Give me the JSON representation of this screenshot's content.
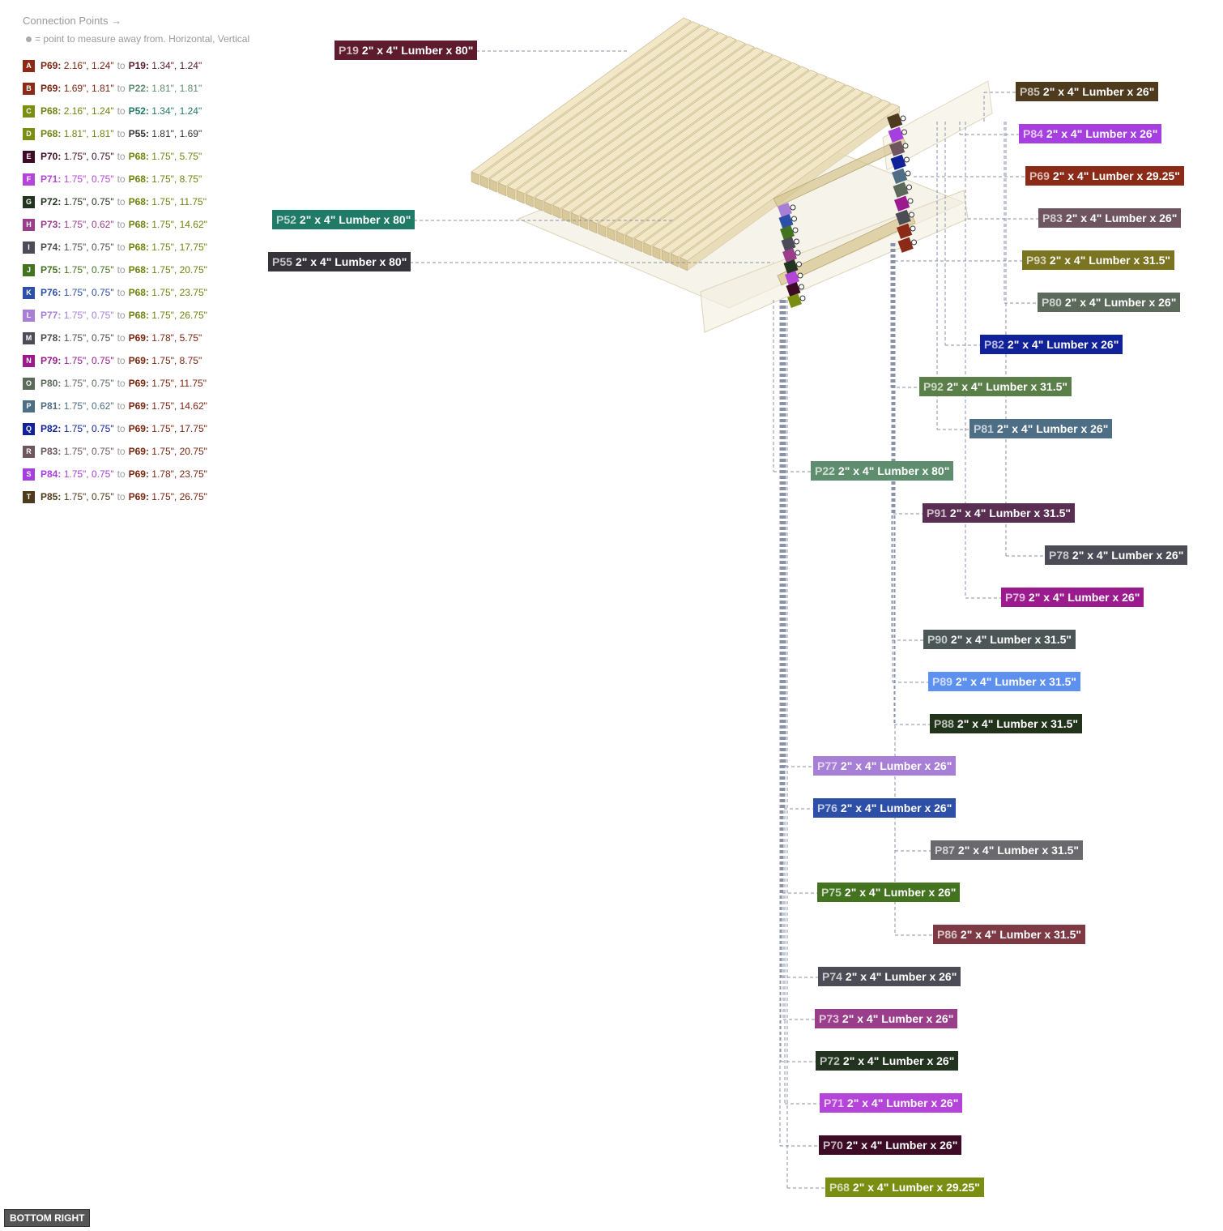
{
  "legend": {
    "title": "Connection Points →",
    "note": "= point to measure away from. Horizontal, Vertical",
    "to_word": "to",
    "rows": [
      {
        "letter": "A",
        "color": "#8b2a16",
        "from": "P69:",
        "from_color": "#7a2510",
        "from_val": "2.16\", 1.24\"",
        "to": "P19:",
        "to_color": "#5a1a2a",
        "to_val": "1.34\", 1.24\""
      },
      {
        "letter": "B",
        "color": "#8b2a16",
        "from": "P69:",
        "from_color": "#7a2510",
        "from_val": "1.69\", 1.81\"",
        "to": "P22:",
        "to_color": "#5e8e6e",
        "to_val": "1.81\", 1.81\""
      },
      {
        "letter": "C",
        "color": "#7a8f12",
        "from": "P68:",
        "from_color": "#6d8310",
        "from_val": "2.16\", 1.24\"",
        "to": "P52:",
        "to_color": "#1f7a66",
        "to_val": "1.34\", 1.24\""
      },
      {
        "letter": "D",
        "color": "#7a8f12",
        "from": "P68:",
        "from_color": "#6d8310",
        "from_val": "1.81\", 1.81\"",
        "to": "P55:",
        "to_color": "#333333",
        "to_val": "1.81\", 1.69\""
      },
      {
        "letter": "E",
        "color": "#3d0b26",
        "from": "P70:",
        "from_color": "#3d0b26",
        "from_val": "1.75\", 0.75\"",
        "to": "P68:",
        "to_color": "#6d8310",
        "to_val": "1.75\", 5.75\""
      },
      {
        "letter": "F",
        "color": "#b445d8",
        "from": "P71:",
        "from_color": "#b445d8",
        "from_val": "1.75\", 0.75\"",
        "to": "P68:",
        "to_color": "#6d8310",
        "to_val": "1.75\", 8.75\""
      },
      {
        "letter": "G",
        "color": "#22331f",
        "from": "P72:",
        "from_color": "#22331f",
        "from_val": "1.75\", 0.75\"",
        "to": "P68:",
        "to_color": "#6d8310",
        "to_val": "1.75\", 11.75\""
      },
      {
        "letter": "H",
        "color": "#9a3d8a",
        "from": "P73:",
        "from_color": "#9a3d8a",
        "from_val": "1.75\", 0.62\"",
        "to": "P68:",
        "to_color": "#6d8310",
        "to_val": "1.75\", 14.62\""
      },
      {
        "letter": "I",
        "color": "#4c4c56",
        "from": "P74:",
        "from_color": "#4c4c56",
        "from_val": "1.75\", 0.75\"",
        "to": "P68:",
        "to_color": "#6d8310",
        "to_val": "1.75\", 17.75\""
      },
      {
        "letter": "J",
        "color": "#44731f",
        "from": "P75:",
        "from_color": "#44731f",
        "from_val": "1.75\", 0.75\"",
        "to": "P68:",
        "to_color": "#6d8310",
        "to_val": "1.75\", 20.75\""
      },
      {
        "letter": "K",
        "color": "#2d4fa8",
        "from": "P76:",
        "from_color": "#2d4fa8",
        "from_val": "1.75\", 0.75\"",
        "to": "P68:",
        "to_color": "#6d8310",
        "to_val": "1.75\", 23.75\""
      },
      {
        "letter": "L",
        "color": "#a77fd6",
        "from": "P77:",
        "from_color": "#a77fd6",
        "from_val": "1.75\", 0.75\"",
        "to": "P68:",
        "to_color": "#6d8310",
        "to_val": "1.75\", 26.75\""
      },
      {
        "letter": "M",
        "color": "#4c4c56",
        "from": "P78:",
        "from_color": "#4c4c56",
        "from_val": "1.75\", 0.75\"",
        "to": "P69:",
        "to_color": "#7a2510",
        "to_val": "1.78\", 5.75\""
      },
      {
        "letter": "N",
        "color": "#9b1a8e",
        "from": "P79:",
        "from_color": "#9b1a8e",
        "from_val": "1.75\", 0.75\"",
        "to": "P69:",
        "to_color": "#7a2510",
        "to_val": "1.75\", 8.75\""
      },
      {
        "letter": "O",
        "color": "#5c6a5c",
        "from": "P80:",
        "from_color": "#5c6a5c",
        "from_val": "1.75\", 0.75\"",
        "to": "P69:",
        "to_color": "#7a2510",
        "to_val": "1.75\", 11.75\""
      },
      {
        "letter": "P",
        "color": "#4e6e86",
        "from": "P81:",
        "from_color": "#4e6e86",
        "from_val": "1.75\", 0.62\"",
        "to": "P69:",
        "to_color": "#7a2510",
        "to_val": "1.75\", 14.62\""
      },
      {
        "letter": "Q",
        "color": "#11219a",
        "from": "P82:",
        "from_color": "#11219a",
        "from_val": "1.75\", 0.75\"",
        "to": "P69:",
        "to_color": "#7a2510",
        "to_val": "1.75\", 17.75\""
      },
      {
        "letter": "R",
        "color": "#6e5560",
        "from": "P83:",
        "from_color": "#6e5560",
        "from_val": "1.75\", 0.75\"",
        "to": "P69:",
        "to_color": "#7a2510",
        "to_val": "1.75\", 20.75\""
      },
      {
        "letter": "S",
        "color": "#a63fe0",
        "from": "P84:",
        "from_color": "#a63fe0",
        "from_val": "1.75\", 0.75\"",
        "to": "P69:",
        "to_color": "#7a2510",
        "to_val": "1.78\", 23.75\""
      },
      {
        "letter": "T",
        "color": "#4e3a1c",
        "from": "P85:",
        "from_color": "#4e3a1c",
        "from_val": "1.75\", 0.75\"",
        "to": "P69:",
        "to_color": "#7a2510",
        "to_val": "1.75\", 26.75\""
      }
    ]
  },
  "parts": [
    {
      "id": "P19",
      "text": "2\" x 4\" Lumber  x 80\"",
      "color": "#5e1b2e"
    },
    {
      "id": "P52",
      "text": "2\" x 4\" Lumber  x 80\"",
      "color": "#1f7a66"
    },
    {
      "id": "P55",
      "text": "2\" x 4\" Lumber  x 80\"",
      "color": "#36343a"
    },
    {
      "id": "P85",
      "text": "2\" x 4\" Lumber  x 26\"",
      "color": "#4e3a1c"
    },
    {
      "id": "P84",
      "text": "2\" x 4\" Lumber  x 26\"",
      "color": "#a63fe0"
    },
    {
      "id": "P69",
      "text": "2\" x 4\" Lumber  x 29.25\"",
      "color": "#8b2a16"
    },
    {
      "id": "P83",
      "text": "2\" x 4\" Lumber  x 26\"",
      "color": "#6e5560"
    },
    {
      "id": "P93",
      "text": "2\" x 4\" Lumber  x 31.5\"",
      "color": "#7b7420"
    },
    {
      "id": "P80",
      "text": "2\" x 4\" Lumber  x 26\"",
      "color": "#5c6a5c"
    },
    {
      "id": "P82",
      "text": "2\" x 4\" Lumber  x 26\"",
      "color": "#11219a"
    },
    {
      "id": "P92",
      "text": "2\" x 4\" Lumber  x 31.5\"",
      "color": "#5a7f48"
    },
    {
      "id": "P81",
      "text": "2\" x 4\" Lumber  x 26\"",
      "color": "#4e6e86"
    },
    {
      "id": "P22",
      "text": "2\" x 4\" Lumber  x 80\"",
      "color": "#5e8e6e"
    },
    {
      "id": "P91",
      "text": "2\" x 4\" Lumber  x 31.5\"",
      "color": "#5a2d52"
    },
    {
      "id": "P78",
      "text": "2\" x 4\" Lumber  x 26\"",
      "color": "#4c4c56"
    },
    {
      "id": "P79",
      "text": "2\" x 4\" Lumber  x 26\"",
      "color": "#9b1a8e"
    },
    {
      "id": "P90",
      "text": "2\" x 4\" Lumber  x 31.5\"",
      "color": "#4c5656"
    },
    {
      "id": "P89",
      "text": "2\" x 4\" Lumber  x 31.5\"",
      "color": "#5e90f0"
    },
    {
      "id": "P88",
      "text": "2\" x 4\" Lumber  x 31.5\"",
      "color": "#22331c"
    },
    {
      "id": "P77",
      "text": "2\" x 4\" Lumber  x 26\"",
      "color": "#a77fd6"
    },
    {
      "id": "P76",
      "text": "2\" x 4\" Lumber  x 26\"",
      "color": "#2d4fa8"
    },
    {
      "id": "P87",
      "text": "2\" x 4\" Lumber  x 31.5\"",
      "color": "#69696e"
    },
    {
      "id": "P75",
      "text": "2\" x 4\" Lumber  x 26\"",
      "color": "#44731f"
    },
    {
      "id": "P86",
      "text": "2\" x 4\" Lumber  x 31.5\"",
      "color": "#7e3a44"
    },
    {
      "id": "P74",
      "text": "2\" x 4\" Lumber  x 26\"",
      "color": "#4c4c56"
    },
    {
      "id": "P73",
      "text": "2\" x 4\" Lumber  x 26\"",
      "color": "#9a3d8a"
    },
    {
      "id": "P72",
      "text": "2\" x 4\" Lumber  x 26\"",
      "color": "#22331f"
    },
    {
      "id": "P71",
      "text": "2\" x 4\" Lumber  x 26\"",
      "color": "#b445d8"
    },
    {
      "id": "P70",
      "text": "2\" x 4\" Lumber  x 26\"",
      "color": "#3d0b26"
    },
    {
      "id": "P68",
      "text": "2\" x 4\" Lumber  x 29.25\"",
      "color": "#7a8f12"
    }
  ],
  "view_label": "BOTTOM RIGHT"
}
